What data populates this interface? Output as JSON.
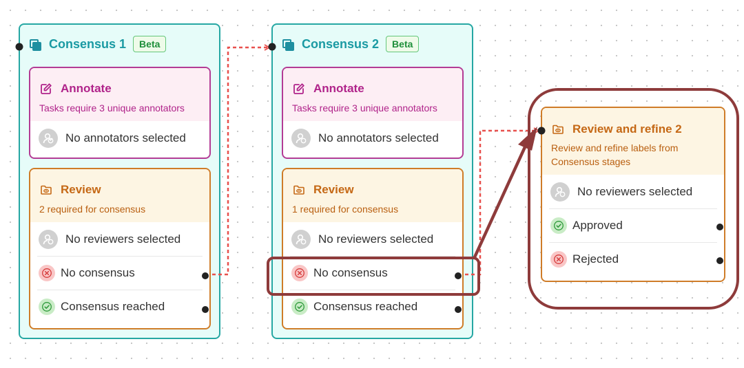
{
  "stages": [
    {
      "title": "Consensus 1",
      "badge": "Beta",
      "annotate": {
        "title": "Annotate",
        "subtitle": "Tasks require 3 unique annotators",
        "assignee": "No annotators selected"
      },
      "review": {
        "title": "Review",
        "subtitle": "2 required for consensus",
        "assignee": "No reviewers selected",
        "outcomes": [
          "No consensus",
          "Consensus reached"
        ]
      }
    },
    {
      "title": "Consensus 2",
      "badge": "Beta",
      "annotate": {
        "title": "Annotate",
        "subtitle": "Tasks require 3 unique annotators",
        "assignee": "No annotators selected"
      },
      "review": {
        "title": "Review",
        "subtitle": "1 required for consensus",
        "assignee": "No reviewers selected",
        "outcomes": [
          "No consensus",
          "Consensus reached"
        ]
      }
    }
  ],
  "refine": {
    "title": "Review and refine 2",
    "subtitle_line1": "Review and refine labels from",
    "subtitle_line2": "Consensus stages",
    "assignee": "No reviewers selected",
    "outcomes": [
      "Approved",
      "Rejected"
    ]
  },
  "colors": {
    "stage_border": "#25a7a3",
    "stage_fill": "#e6fcf9",
    "annotate_accent": "#b0238a",
    "review_accent": "#c56815",
    "connector": "#e8504d",
    "highlight": "#8e3b3b"
  }
}
